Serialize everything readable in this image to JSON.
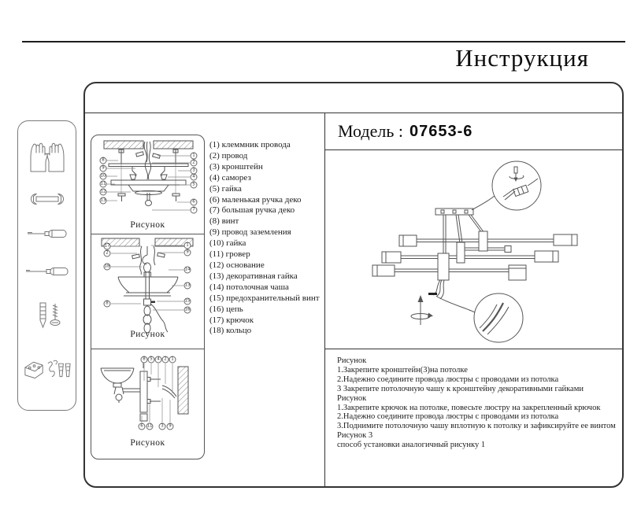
{
  "page": {
    "title": "Инструкция"
  },
  "model": {
    "label": "Модель :",
    "number": "07653-6"
  },
  "sidebar": {
    "tools": [
      "gloves-icon",
      "wrench-icon",
      "screwdriver-icon",
      "screwdriver-icon",
      "dowel-and-screw-icon",
      "terminal-wires-anchors-icon"
    ]
  },
  "figures": [
    {
      "caption": "Рисунок",
      "callouts": [
        "8",
        "9",
        "10",
        "11",
        "12",
        "13",
        "1",
        "2",
        "3",
        "4",
        "5",
        "6",
        "7"
      ]
    },
    {
      "caption": "Рисунок",
      "callouts": [
        "17",
        "2",
        "18",
        "8",
        "1",
        "9",
        "14",
        "13",
        "15",
        "16"
      ]
    },
    {
      "caption": "Рисунок",
      "callouts": [
        "8",
        "5",
        "4",
        "2",
        "1",
        "6",
        "11",
        "3",
        "9"
      ]
    }
  ],
  "parts_list": [
    "(1) клеммник провода",
    "(2) провод",
    "(3) кронштейн",
    "(4) саморез",
    "(5) гайка",
    "(6) маленькая ручка деко",
    "(7) большая ручка деко",
    "(8) винт",
    "(9) провод заземления",
    "(10) гайка",
    "(11) гровер",
    "(12) основание",
    "(13) декоративная гайка",
    "(14) потолочная чаша",
    "(15) предохранительный винт",
    "(16) цепь",
    "(17) крючок",
    "(18) кольцо"
  ],
  "instructions": {
    "lines": [
      "Рисунок",
      "1.Закрепите кронштейн(3)на потолке",
      "2.Надежно соедините провода люстры с проводами из потолка",
      "3 Закрепите потолочную чашу к кронштейну декоративными гайками",
      "Рисунок",
      "1.Закрепите крючок на потолке, повесьте люстру на закрепленный крючок",
      "2.Надежно соедините провода люстры с проводами из потолка",
      "3.Поднимите потолочную чашу вплотную к потолку и зафиксируйте ее винтом",
      "Рисунок 3",
      "способ установки аналогичный рисунку 1"
    ]
  }
}
